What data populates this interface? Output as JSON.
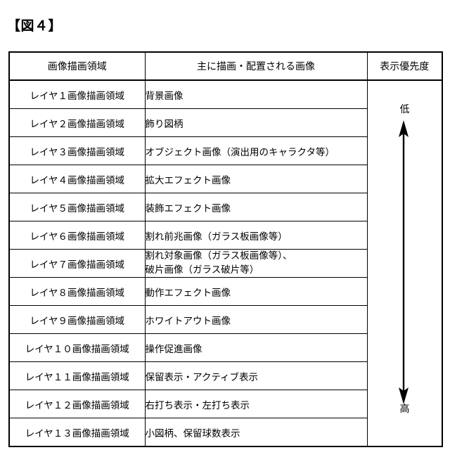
{
  "figure": {
    "title": "【図４】"
  },
  "table": {
    "headers": {
      "area": "画像描画領域",
      "images": "主に描画・配置される画像",
      "priority": "表示優先度"
    },
    "rows": [
      {
        "area": "レイヤ１画像描画領域",
        "images_line1": "背景画像",
        "images_line2": ""
      },
      {
        "area": "レイヤ２画像描画領域",
        "images_line1": "飾り図柄",
        "images_line2": ""
      },
      {
        "area": "レイヤ３画像描画領域",
        "images_line1": "オブジェクト画像（演出用のキャラクタ等）",
        "images_line2": ""
      },
      {
        "area": "レイヤ４画像描画領域",
        "images_line1": "拡大エフェクト画像",
        "images_line2": ""
      },
      {
        "area": "レイヤ５画像描画領域",
        "images_line1": "装飾エフェクト画像",
        "images_line2": ""
      },
      {
        "area": "レイヤ６画像描画領域",
        "images_line1": "割れ前兆画像（ガラス板画像等）",
        "images_line2": ""
      },
      {
        "area": "レイヤ７画像描画領域",
        "images_line1": "割れ対象画像（ガラス板画像等）、",
        "images_line2": "破片画像（ガラス破片等）"
      },
      {
        "area": "レイヤ８画像描画領域",
        "images_line1": "動作エフェクト画像",
        "images_line2": ""
      },
      {
        "area": "レイヤ９画像描画領域",
        "images_line1": "ホワイトアウト画像",
        "images_line2": ""
      },
      {
        "area": "レイヤ１０画像描画領域",
        "images_line1": "操作促進画像",
        "images_line2": ""
      },
      {
        "area": "レイヤ１１画像描画領域",
        "images_line1": "保留表示・アクティブ表示",
        "images_line2": ""
      },
      {
        "area": "レイヤ１２画像描画領域",
        "images_line1": "右打ち表示・左打ち表示",
        "images_line2": ""
      },
      {
        "area": "レイヤ１３画像描画領域",
        "images_line1": "小図柄、保留球数表示",
        "images_line2": ""
      }
    ]
  },
  "priority_scale": {
    "top_label": "低",
    "bottom_label": "高",
    "arrow": "double-headed-vertical-arrow"
  },
  "colors": {
    "ink": "#000000",
    "paper": "#ffffff"
  }
}
